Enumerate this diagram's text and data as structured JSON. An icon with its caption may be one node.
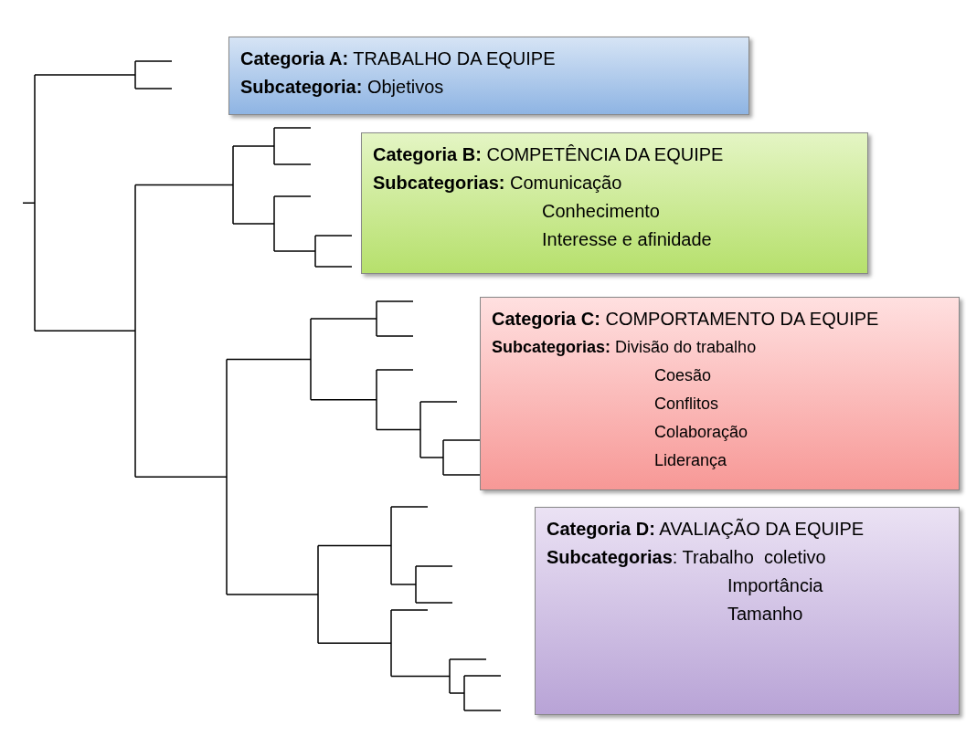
{
  "diagram": {
    "nodes": [
      {
        "text": [
          "**Categoria A:** TRABALHO DA EQUIPE",
          "**Subcategoria:** Objetivos"
        ]
      },
      {
        "text": [
          "**Categoria B:** COMPETÊNCIA DA EQUIPE",
          "**Subcategorias:** Comunicação",
          "Conhecimento",
          "Interesse e afinidade"
        ]
      },
      {
        "text": [
          "**Categoria C:** COMPORTAMENTO DA EQUIPE",
          "**Subcategorias:** Divisão do trabalho",
          "Coesão",
          "Conflitos",
          "Colaboração",
          "Liderança"
        ]
      },
      {
        "text": [
          "**Categoria D:** AVALIAÇÃO DA EQUIPE",
          "**Subcategorias**: Trabalho  coletivo",
          "Importância",
          "Tamanho"
        ]
      }
    ]
  }
}
